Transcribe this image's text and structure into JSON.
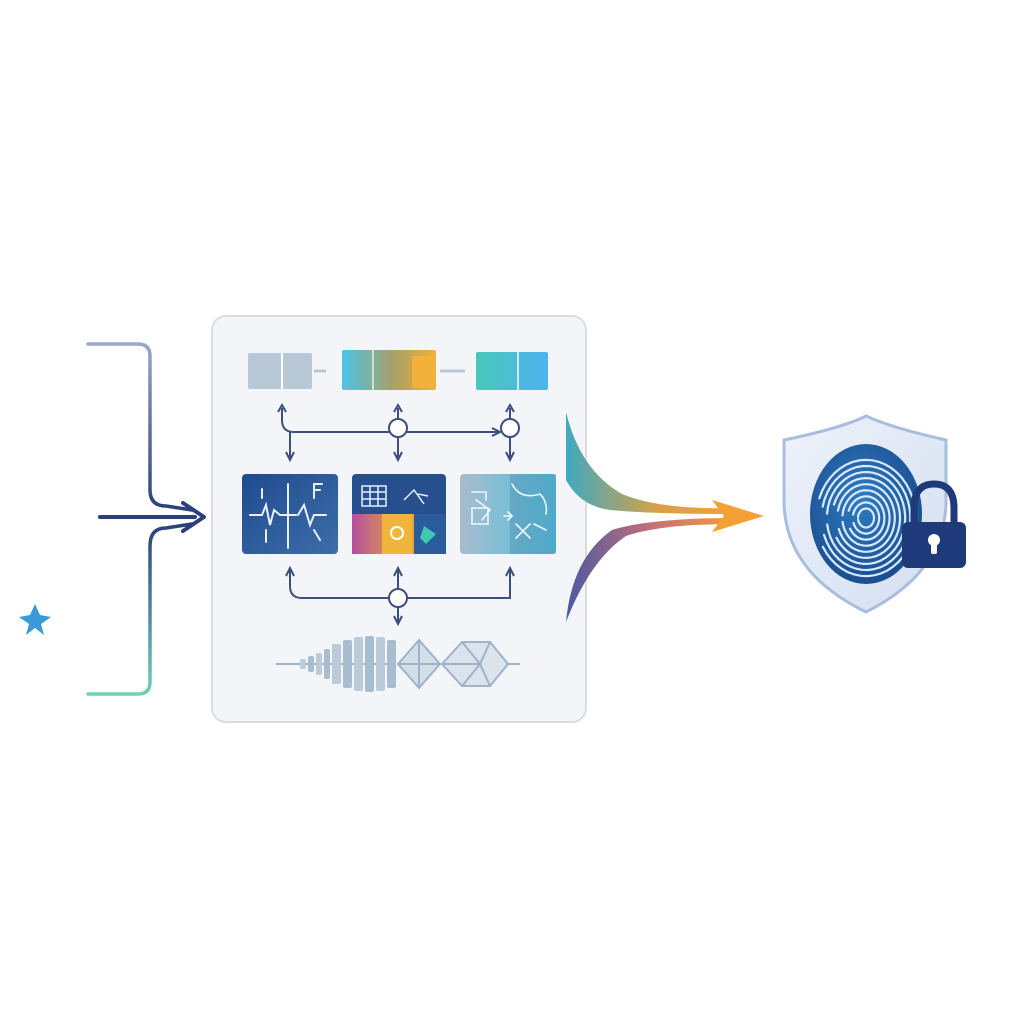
{
  "palette": {
    "background": "#ffffff",
    "navy": "#2b3f7a",
    "deep_blue": "#1f4b8f",
    "mid_blue": "#3d6ea8",
    "cyan": "#4dc0e0",
    "teal": "#3fc9b4",
    "orange": "#f0a23a",
    "magenta": "#c45a9c",
    "purple": "#8e6bd0",
    "slate": "#9fb3c8",
    "panel_fill": "#f3f5f8",
    "panel_border": "#d8dde4"
  },
  "inputs": [
    {
      "name": "waveform-input-1",
      "colors": [
        "#f0a23a",
        "#d5608f",
        "#8e6bd0"
      ]
    },
    {
      "name": "waveform-input-2",
      "colors": [
        "#b6c9ea",
        "#8aa7de",
        "#6f86d2"
      ]
    },
    {
      "name": "waveform-input-3",
      "colors": [
        "#3fc9b4",
        "#4db5c6",
        "#5ea6d2"
      ]
    }
  ],
  "icons": {
    "spark": "spark-icon",
    "shield": "shield-icon",
    "fingerprint": "fingerprint-icon",
    "lock": "padlock-icon"
  },
  "panel": {
    "tiles": [
      {
        "name": "spectrogram-tile",
        "colors": [
          "#1f4b8f",
          "#3d6ea8"
        ]
      },
      {
        "name": "feature-map-tile",
        "colors": [
          "#254d8c",
          "#c45a9c",
          "#f0a23a",
          "#3fc9b4"
        ]
      },
      {
        "name": "analysis-tile",
        "colors": [
          "#9fb3c8",
          "#4dc0e0",
          "#3fc9b4"
        ]
      }
    ]
  }
}
